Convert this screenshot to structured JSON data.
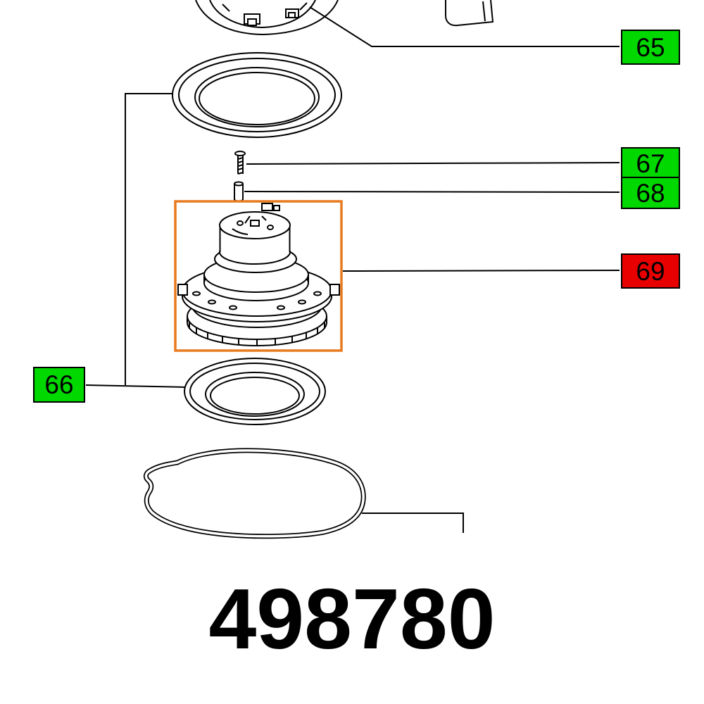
{
  "diagram": {
    "part_number": "498780",
    "callouts": [
      {
        "num": "65",
        "color": "#00d800",
        "state": "normal"
      },
      {
        "num": "66",
        "color": "#00d800",
        "state": "normal"
      },
      {
        "num": "67",
        "color": "#00d800",
        "state": "normal"
      },
      {
        "num": "68",
        "color": "#00d800",
        "state": "normal"
      },
      {
        "num": "69",
        "color": "#e80000",
        "state": "selected"
      }
    ],
    "colors": {
      "callout_normal": "#00d800",
      "callout_selected": "#e80000",
      "selection_box": "#e87a1e",
      "line": "#000000",
      "background": "#ffffff"
    }
  }
}
